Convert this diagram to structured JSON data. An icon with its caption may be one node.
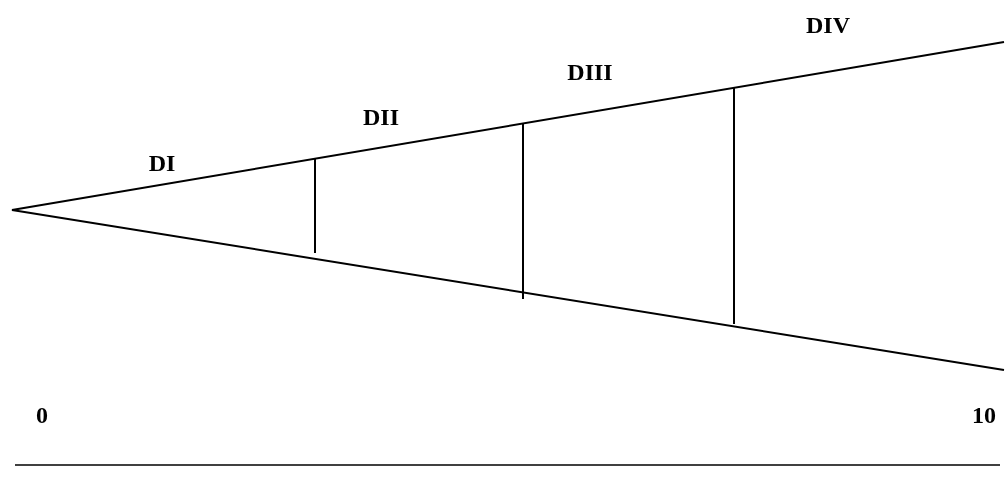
{
  "diagram": {
    "labels": [
      "DIV",
      "DIII",
      "DII",
      "DI",
      "0",
      "10"
    ]
  }
}
